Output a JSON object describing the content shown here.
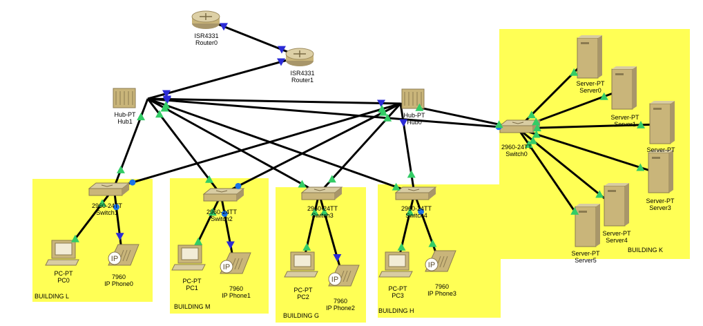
{
  "colors": {
    "area": "#ffff55",
    "link": "#000000",
    "up_marker": "#33cc66",
    "down_marker": "#2b2bd6",
    "dot": "#1a73e8",
    "device": "#c9b57a"
  },
  "areas": [
    {
      "name": "BUILDING L"
    },
    {
      "name": "BUILDING M"
    },
    {
      "name": "BUILDING G"
    },
    {
      "name": "BUILDING H"
    },
    {
      "name": "BUILDING K"
    }
  ],
  "devices": {
    "router0": {
      "model": "ISR4331",
      "name": "Router0",
      "icon": "router-icon"
    },
    "router1": {
      "model": "ISR4331",
      "name": "Router1",
      "icon": "router-icon"
    },
    "hub1": {
      "model": "Hub-PT",
      "name": "Hub1",
      "icon": "hub-icon"
    },
    "hub0": {
      "model": "Hub-PT",
      "name": "Hub0",
      "icon": "hub-icon"
    },
    "switch0": {
      "model": "2960-24TT",
      "name": "Switch0",
      "icon": "switch-icon"
    },
    "switch1": {
      "model": "2960-24TT",
      "name": "Switch1",
      "icon": "switch-icon"
    },
    "switch2": {
      "model": "2960-24TT",
      "name": "Switch2",
      "icon": "switch-icon"
    },
    "switch3": {
      "model": "2960-24TT",
      "name": "Switch3",
      "icon": "switch-icon"
    },
    "switch4": {
      "model": "2960-24TT",
      "name": "Switch4",
      "icon": "switch-icon"
    },
    "pc0": {
      "model": "PC-PT",
      "name": "PC0",
      "icon": "pc-icon"
    },
    "pc1": {
      "model": "PC-PT",
      "name": "PC1",
      "icon": "pc-icon"
    },
    "pc2": {
      "model": "PC-PT",
      "name": "PC2",
      "icon": "pc-icon"
    },
    "pc3": {
      "model": "PC-PT",
      "name": "PC3",
      "icon": "pc-icon"
    },
    "phone0": {
      "model": "7960",
      "name": "IP Phone0",
      "icon": "ip-phone-icon",
      "badge": "IP"
    },
    "phone1": {
      "model": "7960",
      "name": "IP Phone1",
      "icon": "ip-phone-icon",
      "badge": "IP"
    },
    "phone2": {
      "model": "7960",
      "name": "IP Phone2",
      "icon": "ip-phone-icon",
      "badge": "IP"
    },
    "phone3": {
      "model": "7960",
      "name": "IP Phone3",
      "icon": "ip-phone-icon",
      "badge": "IP"
    },
    "server0": {
      "model": "Server-PT",
      "name": "Server0",
      "icon": "server-icon"
    },
    "server1": {
      "model": "Server-PT",
      "name": "Server1",
      "icon": "server-icon"
    },
    "server2": {
      "model": "Server-PT",
      "name": "",
      "icon": "server-icon"
    },
    "server3": {
      "model": "Server-PT",
      "name": "Server3",
      "icon": "server-icon"
    },
    "server4": {
      "model": "Server-PT",
      "name": "Server4",
      "icon": "server-icon"
    },
    "server5": {
      "model": "Server-PT",
      "name": "Server5",
      "icon": "server-icon"
    }
  },
  "links": [
    {
      "from": "router0",
      "to": "router1",
      "from_state": "down",
      "to_state": "down"
    },
    {
      "from": "router1",
      "to": "hub1",
      "from_state": "down",
      "to_state": "down"
    },
    {
      "from": "hub1",
      "to": "hub0",
      "from_state": "down",
      "to_state": "down"
    },
    {
      "from": "hub1",
      "to": "switch0",
      "from_state": "down",
      "to_state": "dot"
    },
    {
      "from": "hub1",
      "to": "switch1",
      "from_state": "up",
      "to_state": "up"
    },
    {
      "from": "hub1",
      "to": "switch2",
      "from_state": "up",
      "to_state": "up"
    },
    {
      "from": "hub1",
      "to": "switch3",
      "from_state": "up",
      "to_state": "up"
    },
    {
      "from": "hub1",
      "to": "switch4",
      "from_state": "up",
      "to_state": "up"
    },
    {
      "from": "hub0",
      "to": "switch1",
      "from_state": "up",
      "to_state": "dot"
    },
    {
      "from": "hub0",
      "to": "switch2",
      "from_state": "up",
      "to_state": "dot"
    },
    {
      "from": "hub0",
      "to": "switch3",
      "from_state": "up",
      "to_state": "up"
    },
    {
      "from": "hub0",
      "to": "switch4",
      "from_state": "down",
      "to_state": "up"
    },
    {
      "from": "hub0",
      "to": "switch0",
      "from_state": "up",
      "to_state": "up"
    },
    {
      "from": "switch1",
      "to": "pc0",
      "from_state": "up",
      "to_state": "up"
    },
    {
      "from": "switch1",
      "to": "phone0",
      "from_state": "dot",
      "to_state": "down"
    },
    {
      "from": "switch2",
      "to": "pc1",
      "from_state": "up",
      "to_state": "up"
    },
    {
      "from": "switch2",
      "to": "phone1",
      "from_state": "dot",
      "to_state": "down"
    },
    {
      "from": "switch3",
      "to": "pc2",
      "from_state": "up",
      "to_state": "up"
    },
    {
      "from": "switch3",
      "to": "phone2",
      "from_state": "up",
      "to_state": "down"
    },
    {
      "from": "switch4",
      "to": "pc3",
      "from_state": "up",
      "to_state": "up"
    },
    {
      "from": "switch4",
      "to": "phone3",
      "from_state": "dot",
      "to_state": "up"
    },
    {
      "from": "switch0",
      "to": "server0",
      "from_state": "up",
      "to_state": "up"
    },
    {
      "from": "switch0",
      "to": "server1",
      "from_state": "up",
      "to_state": "up"
    },
    {
      "from": "switch0",
      "to": "server2",
      "from_state": "up",
      "to_state": "up"
    },
    {
      "from": "switch0",
      "to": "server3",
      "from_state": "up",
      "to_state": "up"
    },
    {
      "from": "switch0",
      "to": "server4",
      "from_state": "up",
      "to_state": "up"
    },
    {
      "from": "switch0",
      "to": "server5",
      "from_state": "up",
      "to_state": "up"
    }
  ]
}
